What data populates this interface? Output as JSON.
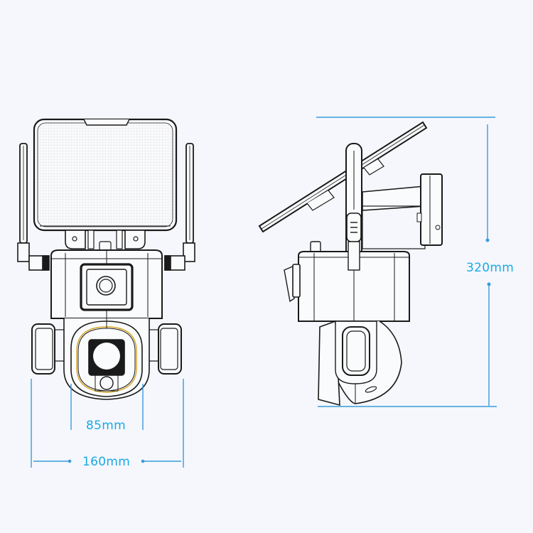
{
  "diagram": {
    "type": "product-dimension-drawing",
    "subject": "solar-powered dual-lens PTZ security camera",
    "views": [
      {
        "name": "front-view",
        "features": [
          "solar-panel",
          "left-antenna",
          "right-antenna",
          "upper-fixed-camera",
          "lower-ptz-camera",
          "side-spotlights"
        ]
      },
      {
        "name": "side-view",
        "features": [
          "tilted-solar-panel",
          "antenna",
          "wall-mount-bracket",
          "housing",
          "ptz-dome"
        ]
      }
    ],
    "dimensions": {
      "height": "320mm",
      "total_width": "160mm",
      "dome_width": "85mm"
    },
    "colors": {
      "background": "#f5f7fc",
      "dimension_line": "#3a9bd8",
      "dimension_text": "#1aa9e6",
      "outline": "#1a1a1a",
      "accent_ring": "#d9a520"
    }
  }
}
